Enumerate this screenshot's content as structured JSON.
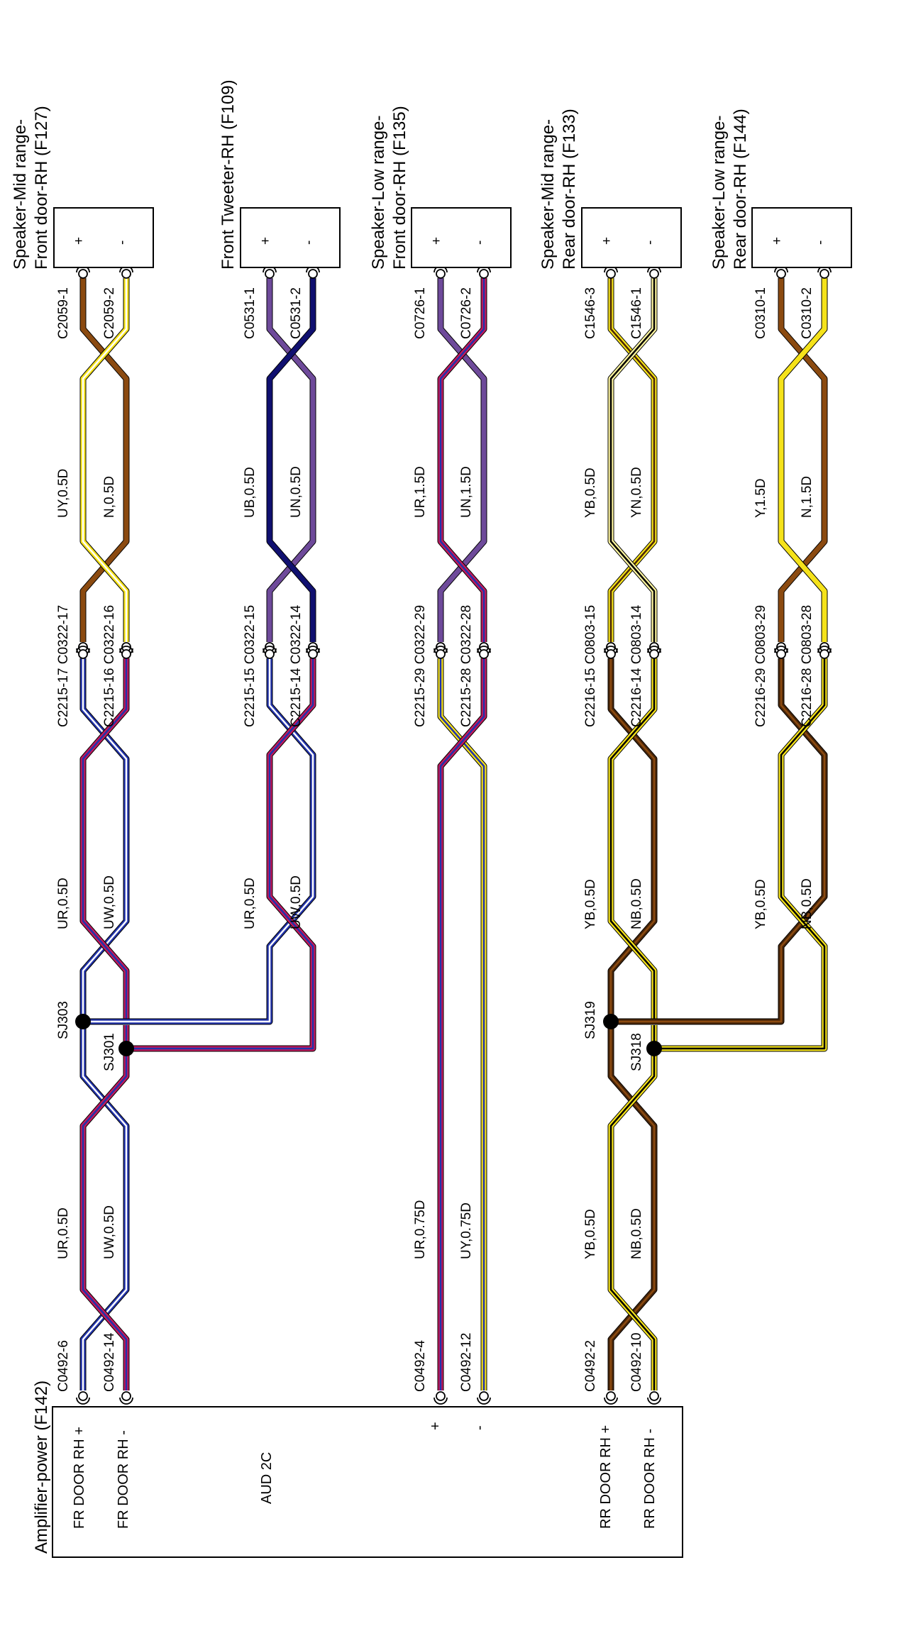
{
  "colors": {
    "brown": "#8B4A10",
    "dark_brown": "#4A2608",
    "yellow": "#F5E21A",
    "pale_yellow": "#FFF6A0",
    "red": "#C2185B",
    "blue": "#2233AA",
    "navy": "#101070",
    "violet": "#6E4A9A",
    "black": "#000000",
    "white": "#ffffff"
  },
  "speakers": [
    {
      "title_1": "Speaker-Mid range-",
      "title_2": "Front door-RH (F127)",
      "plus": "+",
      "minus": "-"
    },
    {
      "title_1": "Front Tweeter-RH (F109)",
      "title_2": "",
      "plus": "+",
      "minus": "-"
    },
    {
      "title_1": "Speaker-Low range-",
      "title_2": "Front door-RH (F135)",
      "plus": "+",
      "minus": "-"
    },
    {
      "title_1": "Speaker-Mid range-",
      "title_2": "Rear door-RH (F133)",
      "plus": "+",
      "minus": "-"
    },
    {
      "title_1": "Speaker-Low range-",
      "title_2": "Rear door-RH (F144)",
      "plus": "+",
      "minus": "-"
    }
  ],
  "speaker_pins": [
    [
      "C2059-1",
      "C2059-2"
    ],
    [
      "C0531-1",
      "C0531-2"
    ],
    [
      "C0726-1",
      "C0726-2"
    ],
    [
      "C1546-3",
      "C1546-1"
    ],
    [
      "C0310-1",
      "C0310-2"
    ]
  ],
  "upper_wires": [
    [
      "UY,0.5D",
      "N,0.5D"
    ],
    [
      "UB,0.5D",
      "UN,0.5D"
    ],
    [
      "UR,1.5D",
      "UN,1.5D"
    ],
    [
      "YB,0.5D",
      "YN,0.5D"
    ],
    [
      "Y,1.5D",
      "N,1.5D"
    ]
  ],
  "inline_connectors": [
    [
      "C2215-17 C0322-17",
      "C2215-16 C0322-16"
    ],
    [
      "C2215-15 C0322-15",
      "C2215-14 C0322-14"
    ],
    [
      "C2215-29 C0322-29",
      "C2215-28 C0322-28"
    ],
    [
      "C2216-15 C0803-15",
      "C2216-14 C0803-14"
    ],
    [
      "C2216-29 C0803-29",
      "C2216-28 C0803-28"
    ]
  ],
  "middle_wires": [
    [
      "UR,0.5D",
      "UW,0.5D"
    ],
    [
      "UR,0.5D",
      "UW,0.5D"
    ],
    [
      "YB,0.5D",
      "NB,0.5D"
    ],
    [
      "YB,0.5D",
      "NB,0.5D"
    ]
  ],
  "splices": [
    "SJ303",
    "SJ301",
    "SJ319",
    "SJ318"
  ],
  "lower_wires": [
    [
      "UR,0.5D",
      "UW,0.5D"
    ],
    [
      "UR,0.75D",
      "UY,0.75D"
    ],
    [
      "YB,0.5D",
      "NB,0.5D"
    ]
  ],
  "amp_pins": [
    [
      "C0492-6",
      "C0492-14"
    ],
    [
      "C0492-4",
      "C0492-12"
    ],
    [
      "C0492-2",
      "C0492-10"
    ]
  ],
  "amplifier": {
    "title": "Amplifier-power (F142)",
    "fr_plus": "FR DOOR RH +",
    "fr_minus": "FR DOOR RH -",
    "aud": "AUD 2C",
    "lo_plus": "+",
    "lo_minus": "-",
    "rr_plus": "RR DOOR RH +",
    "rr_minus": "RR DOOR RH -"
  }
}
